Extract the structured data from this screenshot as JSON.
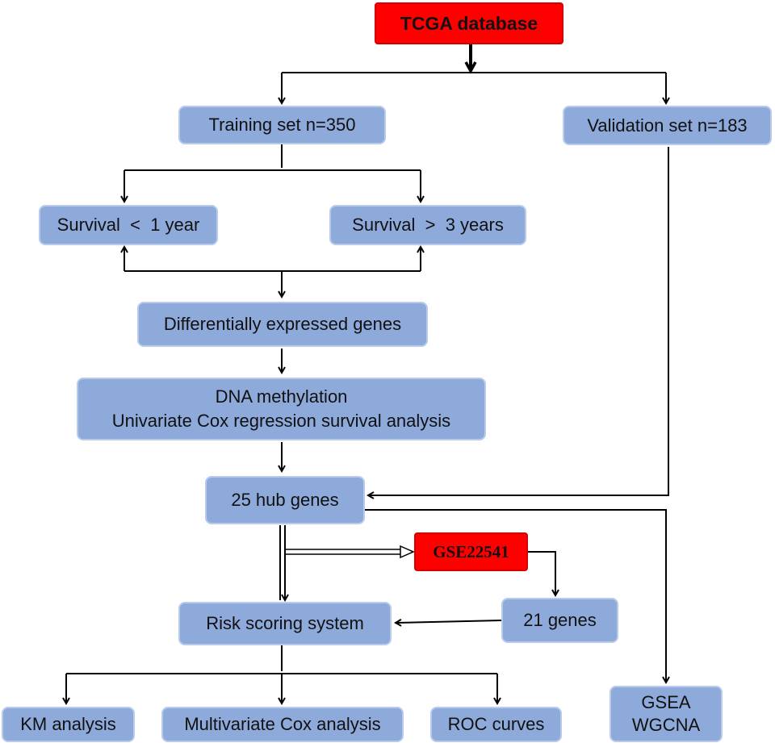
{
  "colors": {
    "box_fill": "#8eaadb",
    "highlight_fill": "#ff0000",
    "arrow": "#000000"
  },
  "nodes": {
    "tcga": "TCGA database",
    "training": "Training set n=350",
    "validation": "Validation set n=183",
    "survival_lt": "Survival  <  1 year",
    "survival_gt": "Survival  >  3 years",
    "deg": "Differentially expressed genes",
    "dna_line1": "DNA methylation",
    "dna_line2": "Univariate Cox regression survival analysis",
    "hub": "25 hub genes",
    "gse": "GSE22541",
    "genes21": "21 genes",
    "risk": "Risk scoring system",
    "km": "KM analysis",
    "multi": "Multivariate Cox analysis",
    "roc": "ROC curves",
    "gsea_line1": "GSEA",
    "gsea_line2": "WGCNA"
  }
}
